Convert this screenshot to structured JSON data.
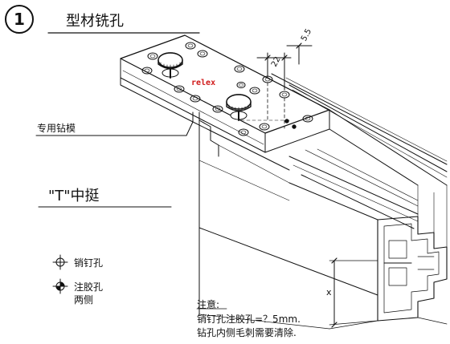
{
  "step_number": "1",
  "title": "型材铣孔",
  "labels": {
    "jig": "专用钻模",
    "hinge": "\"T\"中挺",
    "brand": "relex",
    "dim_a": "22",
    "dim_b": "5.5",
    "dim_c": "x"
  },
  "legend": {
    "pin_hole": "销钉孔",
    "glue_hole_line1": "注胶孔",
    "glue_hole_line2": "两侧"
  },
  "notes": {
    "heading": "注意:",
    "line1": "销钉孔注胶孔=？5mm.",
    "line2": "钻孔内侧毛刺需要清除."
  },
  "colors": {
    "ink": "#111111",
    "brand": "#d01a1a",
    "paper": "#ffffff"
  }
}
